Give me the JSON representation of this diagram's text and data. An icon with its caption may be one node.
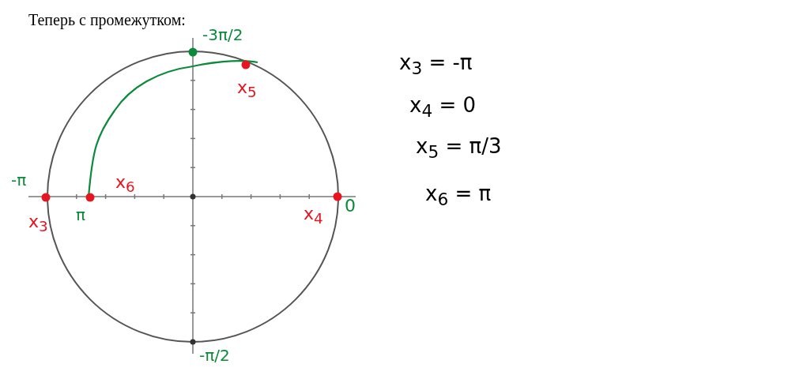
{
  "diagram": {
    "title": "Теперь с промежутком:",
    "labels": [
      "-3π/2",
      "x$_{5}$",
      "-π",
      "x$_{6}$",
      "π",
      "0",
      "x$_{3}$",
      "x$_{4}$",
      "-π/2",
      "x$_{3}$ = -π",
      "x$_{4}$ = 0",
      "x$_{5}$ = π/3",
      "x$_{6}$ = π"
    ]
  }
}
